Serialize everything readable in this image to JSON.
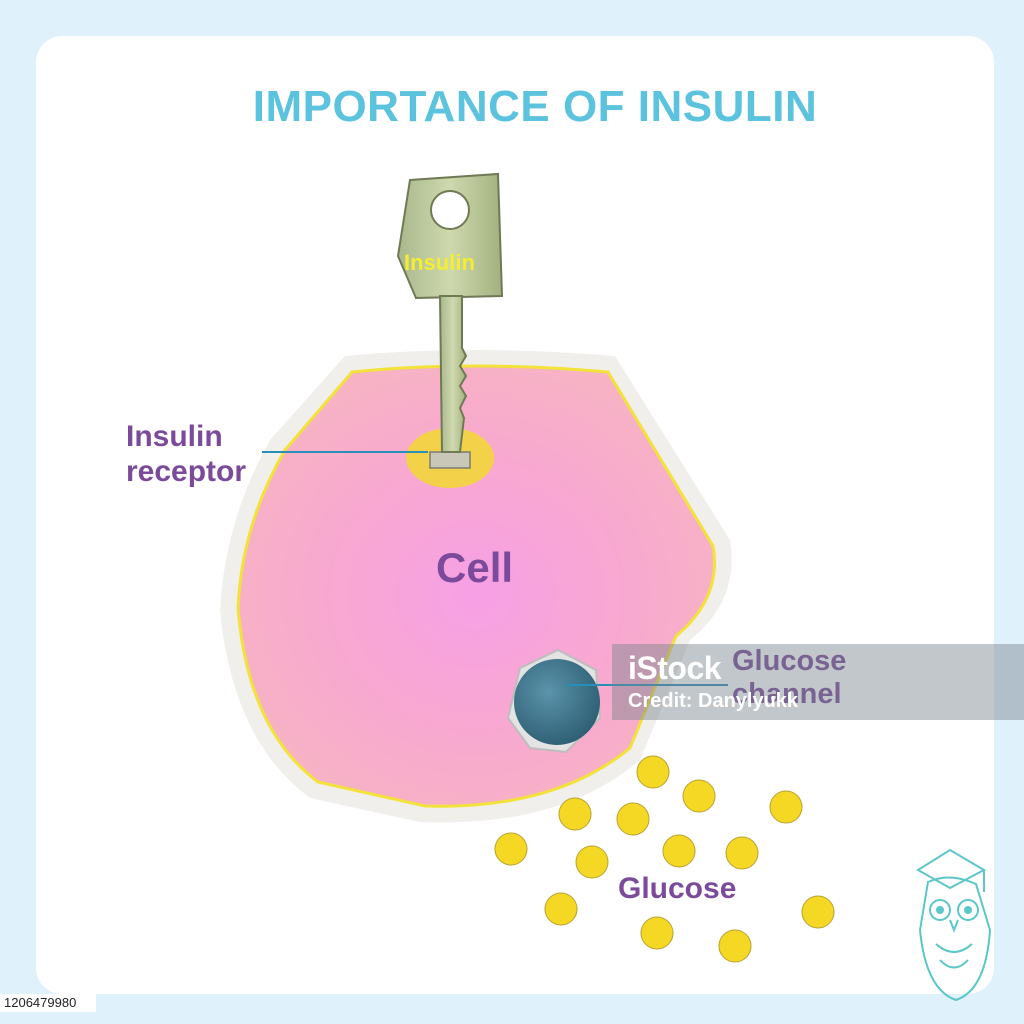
{
  "title": "IMPORTANCE OF INSULIN",
  "labels": {
    "key": "Insulin",
    "insulin_receptor": "Insulin\nreceptor",
    "cell": "Cell",
    "glucose_channel": "Glucose\nchannel",
    "glucose": "Glucose"
  },
  "watermark": {
    "brand": "iStock",
    "credit": "Credit: Danylyukk"
  },
  "image_id": "1206479980",
  "colors": {
    "title": "#5bc3de",
    "label": "#7b4a9a",
    "key_text": "#f5ee2f",
    "cell_fill": "#f9a8c9",
    "cell_border": "#f2e23a",
    "glucose": "#f5d823",
    "channel": "#3f7a93"
  },
  "icons": {
    "key": "key-icon",
    "channel": "glucose-channel-icon",
    "glucose": "glucose-molecule-icon",
    "owl": "owl-graduate-icon"
  }
}
